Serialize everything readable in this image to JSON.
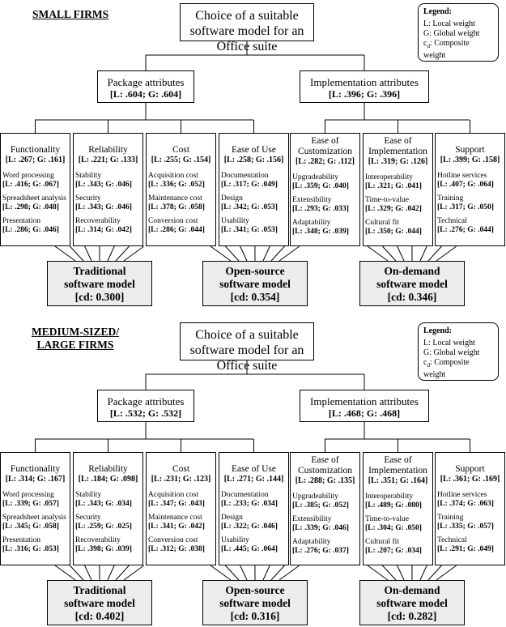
{
  "legend": {
    "title": "Legend:",
    "items": [
      "L: Local weight",
      "G: Global weight",
      "cd: Composite weight"
    ]
  },
  "goal": "Choice of a suitable software model for an Office suite",
  "sections": [
    {
      "heading": "SMALL FIRMS",
      "package": {
        "label": "Package attributes",
        "weights": "[L: .604; G: .604]"
      },
      "implementation": {
        "label": "Implementation attributes",
        "weights": "[L: .396; G: .396]"
      },
      "criteria": [
        {
          "name": "Functionality",
          "weights": "[L: .267; G: .161]",
          "subs": [
            {
              "name": "Word processing",
              "weights": "[L: .416; G: .067]"
            },
            {
              "name": "Spreadsheet analysis",
              "weights": "[L: .298; G: .048]"
            },
            {
              "name": "Presentation",
              "weights": "[L: .286; G: .046]"
            }
          ]
        },
        {
          "name": "Reliability",
          "weights": "[L: .221; G: .133]",
          "subs": [
            {
              "name": "Stability",
              "weights": "[L: .343; G: .046]"
            },
            {
              "name": "Security",
              "weights": "[L: .343; G: .046]"
            },
            {
              "name": "Recoverability",
              "weights": "[L: .314; G: .042]"
            }
          ]
        },
        {
          "name": "Cost",
          "weights": "[L: .255; G: .154]",
          "subs": [
            {
              "name": "Acquisition cost",
              "weights": "[L: .336; G: .052]"
            },
            {
              "name": "Maintenance cost",
              "weights": "[L: .378; G: .058]"
            },
            {
              "name": "Conversion cost",
              "weights": "[L: .286; G: .044]"
            }
          ]
        },
        {
          "name": "Ease of Use",
          "weights": "[L: .258; G: .156]",
          "subs": [
            {
              "name": "Documentation",
              "weights": "[L: .317; G: .049]"
            },
            {
              "name": "Design",
              "weights": "[L: .342; G: .053]"
            },
            {
              "name": "Usability",
              "weights": "[L: .341; G: .053]"
            }
          ]
        },
        {
          "name": "Ease of Customization",
          "weights": "[L: .282; G: .112]",
          "subs": [
            {
              "name": "Upgradeability",
              "weights": "[L: .359; G: .040]"
            },
            {
              "name": "Extensibility",
              "weights": "[L: .293; G: .033]"
            },
            {
              "name": "Adaptability",
              "weights": "[L: .348; G: .039]"
            }
          ]
        },
        {
          "name": "Ease of Implementation",
          "weights": "[L: .319; G: .126]",
          "subs": [
            {
              "name": "Interoperability",
              "weights": "[L: .321; G: .041]"
            },
            {
              "name": "Time-to-value",
              "weights": "[L: .329; G: .042]"
            },
            {
              "name": "Cultural fit",
              "weights": "[L: .350; G: .044]"
            }
          ]
        },
        {
          "name": "Support",
          "weights": "[L: .399; G: .158]",
          "subs": [
            {
              "name": "Hotline services",
              "weights": "[L: .407; G: .064]"
            },
            {
              "name": "Training",
              "weights": "[L: .317; G: .050]"
            },
            {
              "name": "Technical",
              "weights": "[L: .276; G: .044]"
            }
          ]
        }
      ],
      "alternatives": [
        {
          "name1": "Traditional",
          "name2": "software model",
          "cd": "[cd: 0.300]"
        },
        {
          "name1": "Open-source",
          "name2": "software model",
          "cd": "[cd: 0.354]"
        },
        {
          "name1": "On-demand",
          "name2": "software model",
          "cd": "[cd: 0.346]"
        }
      ]
    },
    {
      "heading": "MEDIUM-SIZED/ LARGE FIRMS",
      "package": {
        "label": "Package attributes",
        "weights": "[L: .532; G: .532]"
      },
      "implementation": {
        "label": "Implementation attributes",
        "weights": "[L: .468; G: .468]"
      },
      "criteria": [
        {
          "name": "Functionality",
          "weights": "[L: .314; G: .167]",
          "subs": [
            {
              "name": "Word processing",
              "weights": "[L: .339; G: .057]"
            },
            {
              "name": "Spreadsheet analysis",
              "weights": "[L: .345; G: .058]"
            },
            {
              "name": "Presentation",
              "weights": "[L: .316; G: .053]"
            }
          ]
        },
        {
          "name": "Reliability",
          "weights": "[L: .184; G: .098]",
          "subs": [
            {
              "name": "Stability",
              "weights": "[L: .343; G: .034]"
            },
            {
              "name": "Security",
              "weights": "[L: .259; G: .025]"
            },
            {
              "name": "Recoverability",
              "weights": "[L: .398; G: .039]"
            }
          ]
        },
        {
          "name": "Cost",
          "weights": "[L: .231; G: .123]",
          "subs": [
            {
              "name": "Acquisition cost",
              "weights": "[L: .347; G: .043]"
            },
            {
              "name": "Maintenance cost",
              "weights": "[L: .341; G: .042]"
            },
            {
              "name": "Conversion cost",
              "weights": "[L: .312; G: .038]"
            }
          ]
        },
        {
          "name": "Ease of Use",
          "weights": "[L: .271; G: .144]",
          "subs": [
            {
              "name": "Documentation",
              "weights": "[L: .233; G: .034]"
            },
            {
              "name": "Design",
              "weights": "[L: .322; G: .046]"
            },
            {
              "name": "Usability",
              "weights": "[L: .445; G: .064]"
            }
          ]
        },
        {
          "name": "Ease of Customization",
          "weights": "[L: .288; G: .135]",
          "subs": [
            {
              "name": "Upgradeability",
              "weights": "[L: .385; G: .052]"
            },
            {
              "name": "Extensibility",
              "weights": "[L: .339; G: .046]"
            },
            {
              "name": "Adaptability",
              "weights": "[L: .276; G: .037]"
            }
          ]
        },
        {
          "name": "Ease of Implementation",
          "weights": "[L: .351; G: .164]",
          "subs": [
            {
              "name": "Interoperability",
              "weights": "[L: .489; G: .080]"
            },
            {
              "name": "Time-to-value",
              "weights": "[L: .304; G: .050]"
            },
            {
              "name": "Cultural fit",
              "weights": "[L: .207; G: .034]"
            }
          ]
        },
        {
          "name": "Support",
          "weights": "[L: .361; G: .169]",
          "subs": [
            {
              "name": "Hotline services",
              "weights": "[L: .374; G: .063]"
            },
            {
              "name": "Training",
              "weights": "[L: .335; G: .057]"
            },
            {
              "name": "Technical",
              "weights": "[L: .291; G: .049]"
            }
          ]
        }
      ],
      "alternatives": [
        {
          "name1": "Traditional",
          "name2": "software model",
          "cd": "[cd: 0.402]"
        },
        {
          "name1": "Open-source",
          "name2": "software model",
          "cd": "[cd: 0.316]"
        },
        {
          "name1": "On-demand",
          "name2": "software model",
          "cd": "[cd: 0.282]"
        }
      ]
    }
  ]
}
